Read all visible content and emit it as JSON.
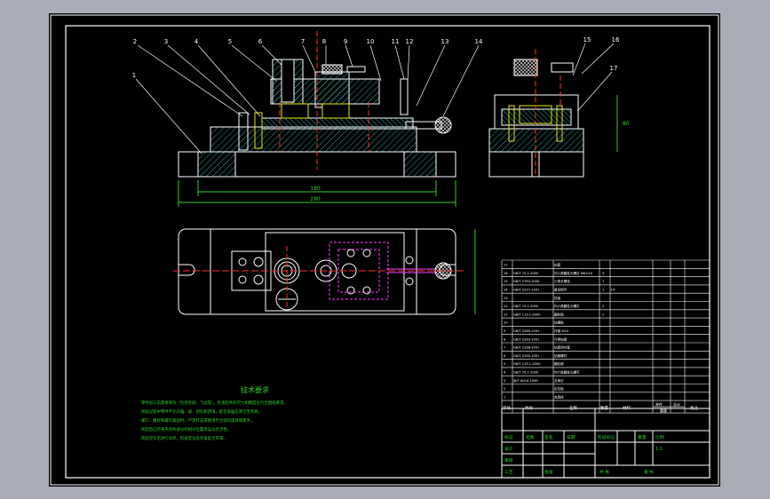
{
  "drawing": {
    "colors": {
      "background": "#000000",
      "outline": "#ffffff",
      "hatch": "#3fd0d0",
      "yellow": "#e8e800",
      "red": "#ff3030",
      "magenta": "#ff40ff",
      "green": "#30d030",
      "page": "#a9adb7"
    },
    "balloons": [
      "1",
      "2",
      "3",
      "4",
      "5",
      "6",
      "7",
      "8",
      "9",
      "10",
      "11",
      "12",
      "13",
      "14",
      "15",
      "16",
      "17"
    ],
    "front_dims": {
      "inner": "180",
      "overall": "280"
    },
    "side_dim": "80",
    "tech_title": "技术要求",
    "tech_lines": [
      "零件加工前需要清洗（包括毛刺、飞边等），检查配件的尺寸和精度应符合图纸要求。",
      "装配过程中零件不允许磕、碰、划伤和锈蚀，配合表面应清洁无杂质。",
      "螺钉、螺栓和螺母紧固时，严禁打击或使用不合适的旋具和扳手。",
      "装配后应检查夹具各部分的相对位置及运动灵活性。",
      "装配完毕后进行试夹，检查定位及夹紧是否可靠。"
    ],
    "bom_rows": [
      {
        "no": "17",
        "code": "",
        "name": "钻套",
        "qty": "",
        "mat": "",
        "note": ""
      },
      {
        "no": "16",
        "code": "GB/T 70.1-2000",
        "name": "内六角圆柱头螺钉 M6×20",
        "qty": "4",
        "mat": "",
        "note": ""
      },
      {
        "no": "15",
        "code": "GB/T 5783-2000",
        "name": "六角头螺栓",
        "qty": "1",
        "mat": "",
        "note": ""
      },
      {
        "no": "14",
        "code": "GB/T 2227-1991",
        "name": "星形把手",
        "qty": "1",
        "mat": "HT",
        "note": ""
      },
      {
        "no": "13",
        "code": "",
        "name": "压板",
        "qty": "",
        "mat": "",
        "note": ""
      },
      {
        "no": "12",
        "code": "GB/T 70.1-2000",
        "name": "内六角圆柱头螺钉",
        "qty": "2",
        "mat": "",
        "note": ""
      },
      {
        "no": "11",
        "code": "GB/T 119.1-2000",
        "name": "圆柱销",
        "qty": "2",
        "mat": "",
        "note": ""
      },
      {
        "no": "10",
        "code": "",
        "name": "钻模板",
        "qty": "",
        "mat": "",
        "note": ""
      },
      {
        "no": "9",
        "code": "GB/T 2269-1991",
        "name": "衬套 M10",
        "qty": "",
        "mat": "",
        "note": ""
      },
      {
        "no": "8",
        "code": "GB/T 2263-1991",
        "name": "可换钻套",
        "qty": "",
        "mat": "",
        "note": ""
      },
      {
        "no": "7",
        "code": "GB/T 2268-1991",
        "name": "钻套用衬套",
        "qty": "",
        "mat": "",
        "note": ""
      },
      {
        "no": "6",
        "code": "GB/T 2265-1991",
        "name": "钻套螺钉",
        "qty": "",
        "mat": "",
        "note": ""
      },
      {
        "no": "5",
        "code": "GB/T 119.1-2000",
        "name": "圆柱销",
        "qty": "",
        "mat": "",
        "note": ""
      },
      {
        "no": "4",
        "code": "GB/T 70.1-2000",
        "name": "内六角圆柱头螺钉",
        "qty": "",
        "mat": "",
        "note": ""
      },
      {
        "no": "3",
        "code": "JB/T 8016-1999",
        "name": "支承钉",
        "qty": "",
        "mat": "",
        "note": ""
      },
      {
        "no": "2",
        "code": "",
        "name": "定位板",
        "qty": "",
        "mat": "",
        "note": ""
      },
      {
        "no": "1",
        "code": "",
        "name": "夹具体",
        "qty": "",
        "mat": "",
        "note": ""
      }
    ],
    "bom_header": {
      "no": "序号",
      "code": "代号",
      "name": "名称",
      "qty": "数量",
      "mat": "材料",
      "unit": "单件",
      "total": "总计",
      "weight": "重量",
      "note": "备注"
    },
    "title_block": {
      "designer": "设计",
      "checker": "审核",
      "process": "工艺",
      "approve": "批准",
      "mark": "标记",
      "qty": "处数",
      "date": "日期",
      "sign": "签名",
      "stage": "阶段标记",
      "weight": "重量",
      "scale": "比例",
      "scale_value": "1:1",
      "sheet": "共 张",
      "sheet2": "第 张"
    }
  }
}
